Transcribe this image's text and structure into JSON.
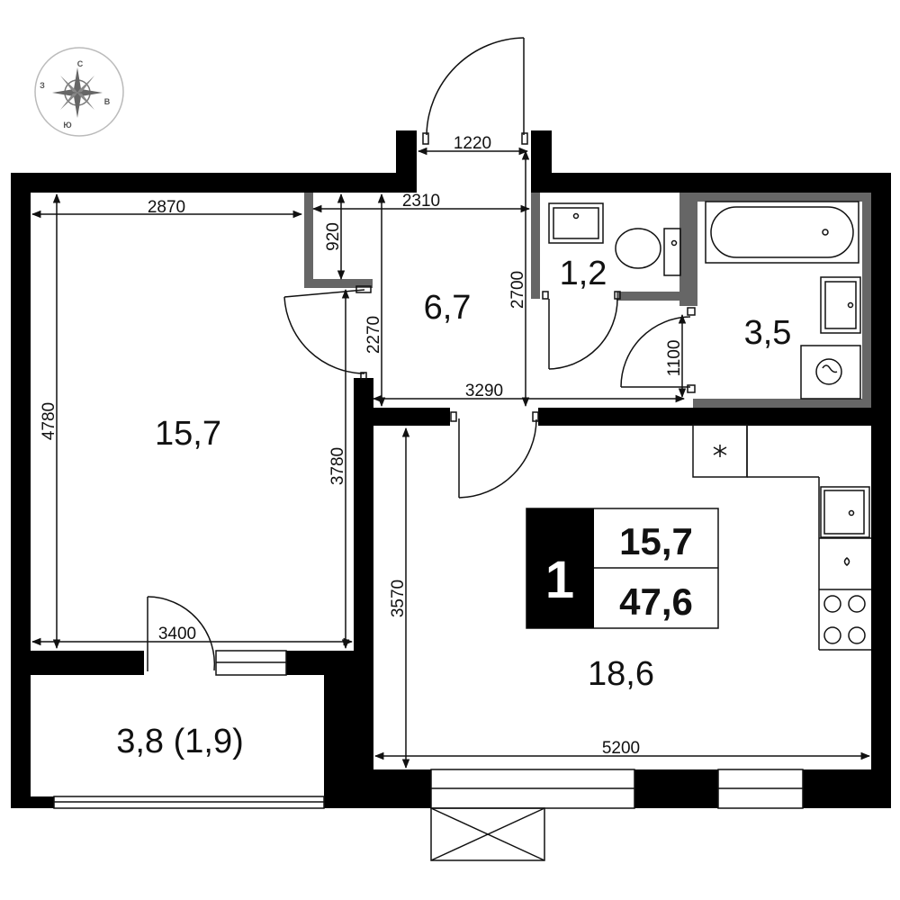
{
  "compass": {
    "north": "С",
    "south": "Ю",
    "west": "З",
    "east": "В"
  },
  "rooms": {
    "living_room": "15,7",
    "hallway": "6,7",
    "toilet": "1,2",
    "bathroom": "3,5",
    "kitchen": "18,6",
    "balcony": "3,8 (1,9)"
  },
  "summary": {
    "room_count": "1",
    "living_area": "15,7",
    "total_area": "47,6"
  },
  "dimensions": {
    "entrance_width": "1220",
    "living_width": "2870",
    "hall_width": "2310",
    "closet_depth": "920",
    "hall_depth": "2700",
    "hall_to_kitchen": "2270",
    "bath_door": "1100",
    "corridor_width": "3290",
    "living_length": "4780",
    "living_inner_length": "3780",
    "living_bottom_width": "3400",
    "kitchen_length": "3570",
    "kitchen_width": "5200"
  },
  "colors": {
    "wall": "#000000",
    "partition": "#666666",
    "line": "#111111",
    "background": "#ffffff",
    "badge_fill": "#000000"
  },
  "icons": {
    "compass": "compass-rose-icon",
    "hood": "asterisk-icon",
    "washer": "washing-machine-icon"
  }
}
